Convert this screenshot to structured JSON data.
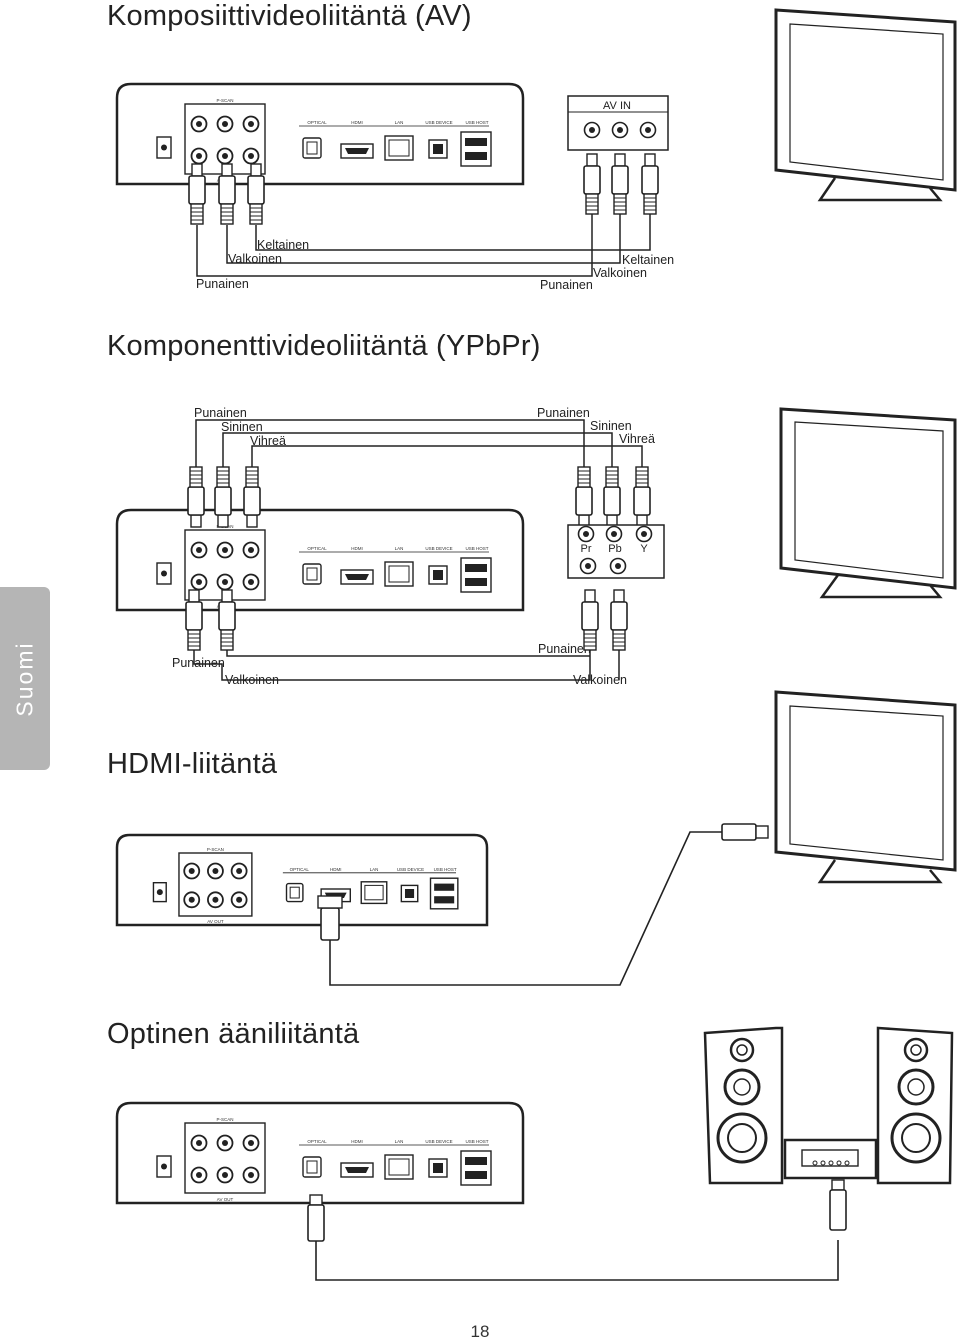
{
  "sections": {
    "av": {
      "title": "Komposiittivideoliitäntä (AV)",
      "tv_label": "AV IN",
      "player_labels": [
        "Keltainen",
        "Valkoinen",
        "Punainen"
      ],
      "tv_labels": [
        "Keltainen",
        "Valkoinen",
        "Punainen"
      ]
    },
    "ypbpr": {
      "title": "Komponenttivideoliitäntä (YPbPr)",
      "top_player_labels": [
        "Punainen",
        "Sininen",
        "Vihreä"
      ],
      "top_tv_labels": [
        "Punainen",
        "Sininen",
        "Vihreä"
      ],
      "jack_labels": [
        "Pr",
        "Pb",
        "Y"
      ],
      "bottom_player_labels": [
        "Punainen",
        "Valkoinen"
      ],
      "bottom_tv_labels": [
        "Punainen",
        "Valkoinen"
      ]
    },
    "hdmi": {
      "title": "HDMI-liitäntä"
    },
    "optical": {
      "title": "Optinen ääniliitäntä"
    }
  },
  "device_panel": {
    "pscan": "P-SCAN",
    "optical": "OPTICAL",
    "hdmi": "HDMI",
    "lan": "LAN",
    "usb_device": "USB DEVICE",
    "usb_host": "USB HOST",
    "av_out": "AV OUT"
  },
  "side_tab": "Suomi",
  "page_number": "18",
  "colors": {
    "tab": "#b5b5b5",
    "line": "#222222"
  }
}
